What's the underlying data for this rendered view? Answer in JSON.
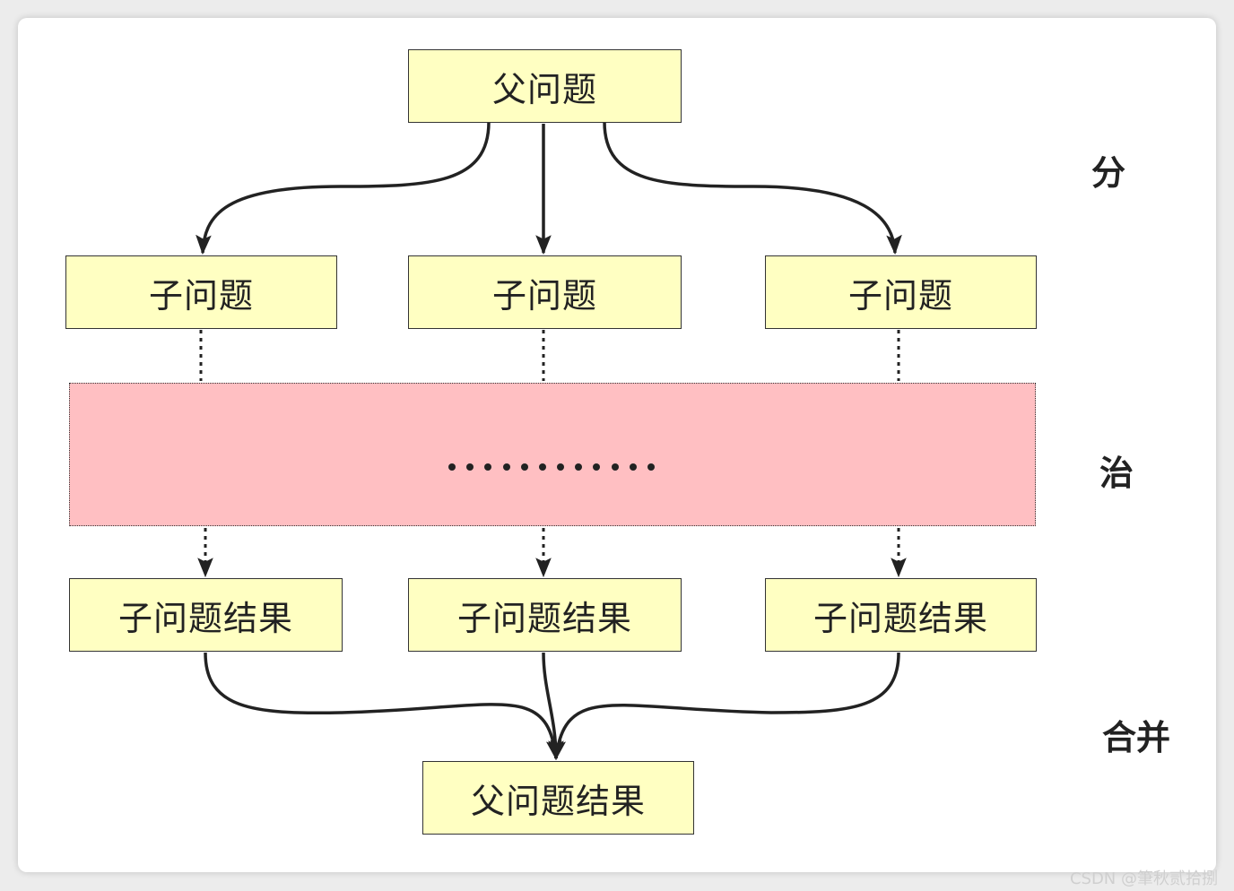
{
  "colors": {
    "box_fill": "#ffffc2",
    "pink_fill": "#ffbfc2",
    "line": "#222222"
  },
  "nodes": {
    "parent": "父问题",
    "subproblems": [
      "子问题",
      "子问题",
      "子问题"
    ],
    "subresults": [
      "子问题结果",
      "子问题结果",
      "子问题结果"
    ],
    "parent_result": "父问题结果"
  },
  "phases": {
    "divide": "分",
    "conquer": "治",
    "combine": "合并"
  },
  "ellipsis_dot_count": 12,
  "watermark": "CSDN @筆秋贰拾捌"
}
